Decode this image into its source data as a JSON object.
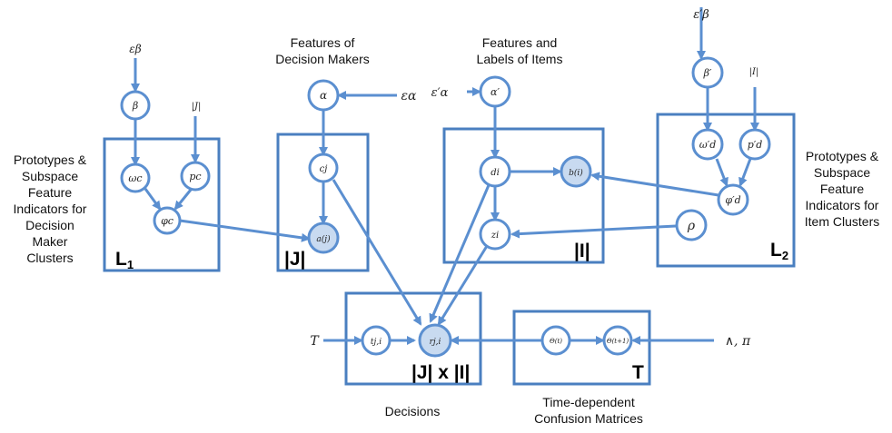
{
  "labels": {
    "features_dm": [
      "Features of",
      "Decision Makers"
    ],
    "features_items": [
      "Features and",
      "Labels of Items"
    ],
    "proto_dm": [
      "Prototypes &",
      "Subspace",
      "Feature",
      "Indicators for",
      "Decision",
      "Maker",
      "Clusters"
    ],
    "proto_items": [
      "Prototypes &",
      "Subspace",
      "Feature",
      "Indicators for",
      "Item Clusters"
    ],
    "decisions": "Decisions",
    "confusion": [
      "Time-dependent",
      "Confusion Matrices"
    ]
  },
  "plates": {
    "L1": {
      "main": "L",
      "sub": "1"
    },
    "J": "|J|",
    "I": "|I|",
    "L2": {
      "main": "L",
      "sub": "2"
    },
    "JxI": "|J| x |I|",
    "T": "T"
  },
  "nodes": {
    "beta": "β",
    "omega_c": "ωc",
    "p_c": "pc",
    "phi_c": "φc",
    "alpha": "α",
    "c_j": "cj",
    "a_j": "a(j)",
    "alpha_p": "α′",
    "d_i": "di",
    "b_i": "b(i)",
    "z_i": "zi",
    "beta_p": "β′",
    "omega_d": "ω′d",
    "p_d": "p′d",
    "phi_d": "φ′d",
    "rho": "ρ",
    "t_ji": "tj,i",
    "r_ji": "rj,i",
    "theta_t": "Θ(t)",
    "theta_t1": "Θ(t+1)"
  },
  "inputs": {
    "eps_beta": "εβ",
    "J_count": "|J|",
    "eps_alpha": "εα",
    "eps_alpha_p": "ε′α",
    "eps_beta_p": "ε′β",
    "I_count": "|I|",
    "T": "T",
    "lambda_pi": "∧, π"
  }
}
